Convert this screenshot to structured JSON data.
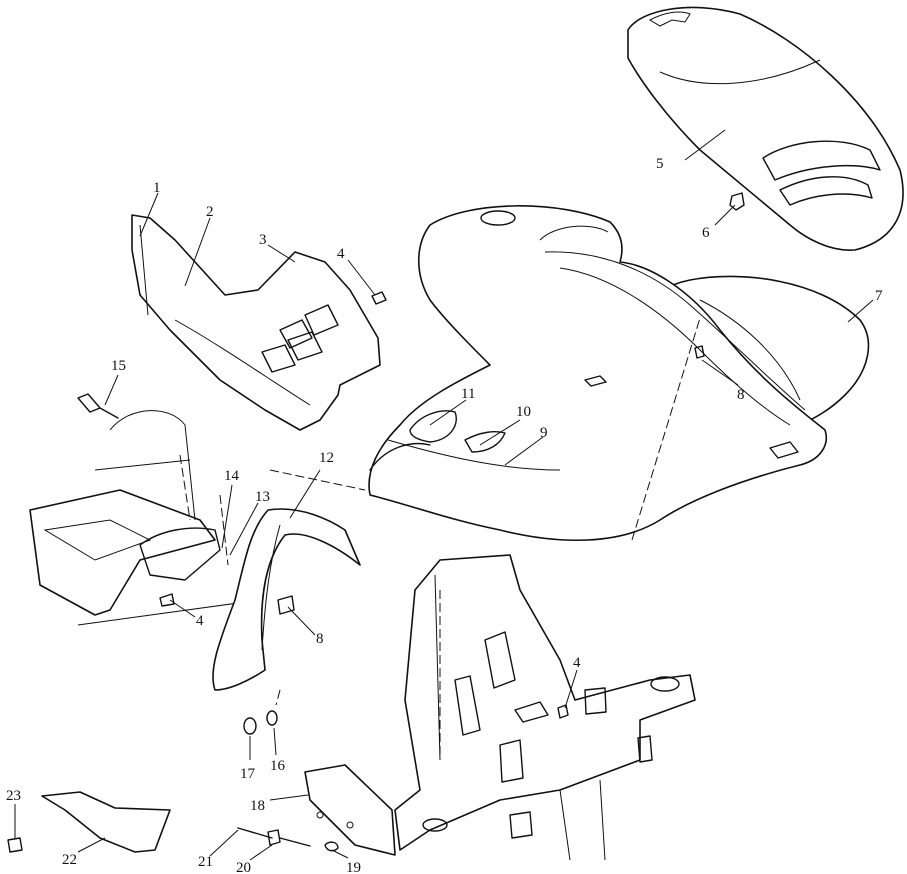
{
  "callouts": [
    {
      "id": "c1",
      "text": "1"
    },
    {
      "id": "c2",
      "text": "2"
    },
    {
      "id": "c3",
      "text": "3"
    },
    {
      "id": "c4a",
      "text": "4"
    },
    {
      "id": "c5",
      "text": "5"
    },
    {
      "id": "c6",
      "text": "6"
    },
    {
      "id": "c7",
      "text": "7"
    },
    {
      "id": "c8a",
      "text": "8"
    },
    {
      "id": "c9",
      "text": "9"
    },
    {
      "id": "c10",
      "text": "10"
    },
    {
      "id": "c11",
      "text": "11"
    },
    {
      "id": "c12",
      "text": "12"
    },
    {
      "id": "c13",
      "text": "13"
    },
    {
      "id": "c14",
      "text": "14"
    },
    {
      "id": "c15",
      "text": "15"
    },
    {
      "id": "c4b",
      "text": "4"
    },
    {
      "id": "c8b",
      "text": "8"
    },
    {
      "id": "c4c",
      "text": "4"
    },
    {
      "id": "c17",
      "text": "17"
    },
    {
      "id": "c16",
      "text": "16"
    },
    {
      "id": "c18",
      "text": "18"
    },
    {
      "id": "c23",
      "text": "23"
    },
    {
      "id": "c22",
      "text": "22"
    },
    {
      "id": "c21",
      "text": "21"
    },
    {
      "id": "c20",
      "text": "20"
    },
    {
      "id": "c19",
      "text": "19"
    }
  ]
}
